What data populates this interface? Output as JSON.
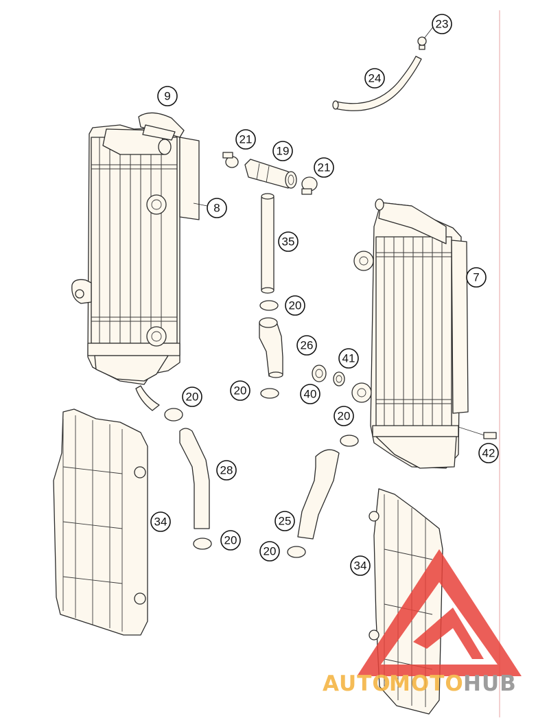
{
  "diagram": {
    "callouts": [
      "23",
      "24",
      "9",
      "21",
      "19",
      "21",
      "8",
      "35",
      "7",
      "20",
      "26",
      "41",
      "20",
      "40",
      "20",
      "20",
      "28",
      "42",
      "34",
      "25",
      "20",
      "20",
      "34"
    ]
  },
  "watermark": {
    "text_auto": "AUTO",
    "text_moto": "MOTO",
    "text_hub": "HUB",
    "colors": {
      "triangle": "#e8433b",
      "auto": "#f4b13a",
      "moto": "#f4b13a",
      "hub": "#8c8c8c"
    }
  }
}
